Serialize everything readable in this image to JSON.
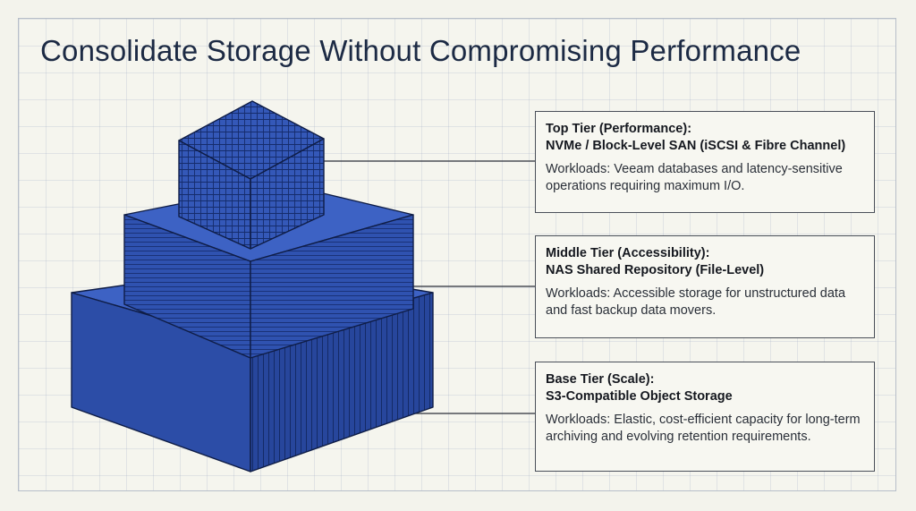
{
  "title": "Consolidate Storage Without Compromising Performance",
  "colors": {
    "block_top": "#3d62c4",
    "block_left": "#2f52b0",
    "block_right": "#1f3a86",
    "line_dark": "#0f1d46",
    "leader": "#2a2f38"
  },
  "tiers": [
    {
      "heading_line1": "Top Tier (Performance):",
      "heading_line2": "NVMe / Block-Level SAN (iSCSI & Fibre Channel)",
      "description": "Workloads: Veeam databases and latency-sensitive operations requiring maximum I/O."
    },
    {
      "heading_line1": "Middle Tier (Accessibility):",
      "heading_line2": "NAS Shared Repository (File-Level)",
      "description": "Workloads: Accessible storage for unstructured data and fast backup data movers."
    },
    {
      "heading_line1": "Base Tier (Scale):",
      "heading_line2": "S3-Compatible Object Storage",
      "description": "Workloads: Elastic, cost-efficient capacity for long-term archiving and evolving retention requirements."
    }
  ]
}
